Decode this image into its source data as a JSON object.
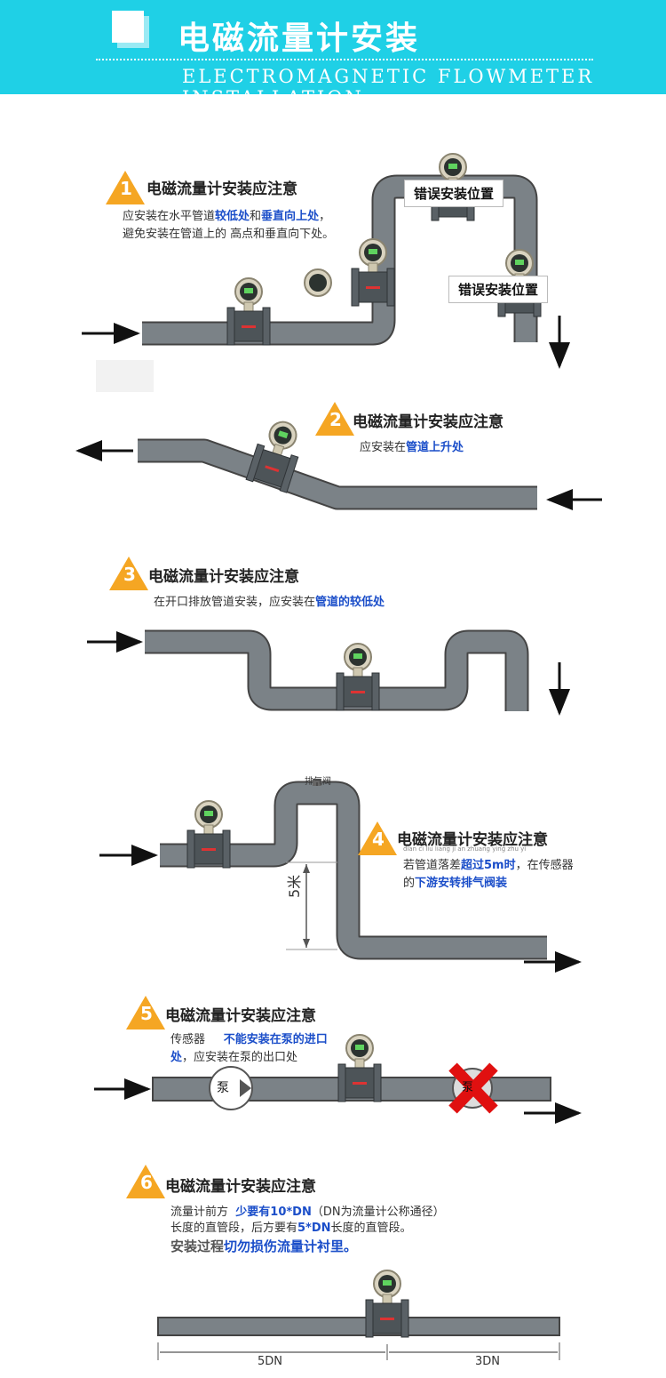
{
  "header": {
    "title": "电磁流量计安装",
    "subtitle": "ELECTROMAGNETIC FLOWMETER INSTALLATION"
  },
  "sections": [
    {
      "number": "1",
      "title": "电磁流量计安装应注意",
      "text_parts": [
        "应安装在水平管道",
        "较低处",
        "和",
        "垂直向",
        "上处",
        "，避免安装在管道上的",
        "高点",
        "和垂直向下处。"
      ],
      "wrong_label": "错误安装位置"
    },
    {
      "number": "2",
      "title": "电磁流量计安装应注意",
      "text_parts": [
        "应安装在",
        "管道上升处"
      ]
    },
    {
      "number": "3",
      "title": "电磁流量计安装应注意",
      "text_parts": [
        "在开口排放管道安装，应安装在",
        "管道的较低处"
      ]
    },
    {
      "number": "4",
      "title": "电磁流量计安装应注意",
      "pinyin": "dian ci liu liang ji an zhuang ying zhu yi",
      "text_parts": [
        "若管道落差",
        "超过5m时",
        "，在传感",
        "器的",
        "下游安转排气阀装"
      ],
      "valve_label": "排气阀",
      "height_label": "5米"
    },
    {
      "number": "5",
      "title": "电磁流量计安装应注意",
      "text_parts": [
        "传感器",
        "不能安装在泵的进",
        "口处",
        "，应安装在泵的出口处"
      ],
      "pump_label": "泵"
    },
    {
      "number": "6",
      "title": "电磁流量计安装应注意",
      "line1_parts": [
        "流量计前方",
        "少要有10*DN",
        "（DN为流量计公称通径）"
      ],
      "line2_parts": [
        "长度的直管段，后方要有",
        "5*DN",
        "长度的直管段。"
      ],
      "line3_parts": [
        "安装过程",
        "切勿损伤流量计衬里。"
      ],
      "dim_left": "5DN",
      "dim_right": "3DN"
    }
  ],
  "colors": {
    "banner": "#1fd0e6",
    "badge": "#f5a623",
    "highlight": "#1b4ec9",
    "pipe": "#6d7378",
    "cross": "#e01010"
  }
}
